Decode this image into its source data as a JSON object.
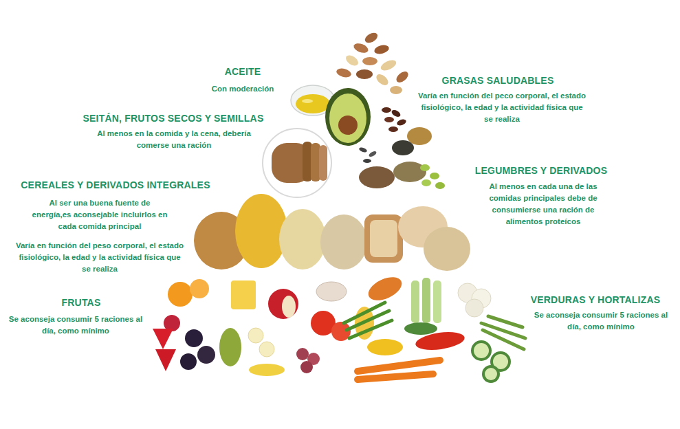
{
  "diagram": {
    "labels": [
      "ACEITE",
      "Con moderación",
      "GRASAS SALUDABLES",
      "Varía en función del peco corporal, el estado fisiológico, la edad y la actividad física que se realiza",
      "SEITÁN, FRUTOS SECOS Y SEMILLAS",
      "Al menos en la comida y la cena, debería comerse una ración",
      "CEREALES Y DERIVADOS INTEGRALES",
      "Al ser una buena fuente de energía,es aconsejable incluirlos en cada comida principal",
      "Varía en función del peso corporal, el estado fisiológico, la edad y la actividad física que se realiza",
      "LEGUMBRES Y DERIVADOS",
      "Al menos en cada una de las comidas principales debe de consumierse una ración de alimentos proteícos",
      "FRUTAS",
      "Se aconseja consumir 5 raciones al día, como mínimo",
      "VERDURAS Y HORTALIZAS",
      "Se aconseja consumir 5 raciones al día, como mínimo"
    ]
  }
}
